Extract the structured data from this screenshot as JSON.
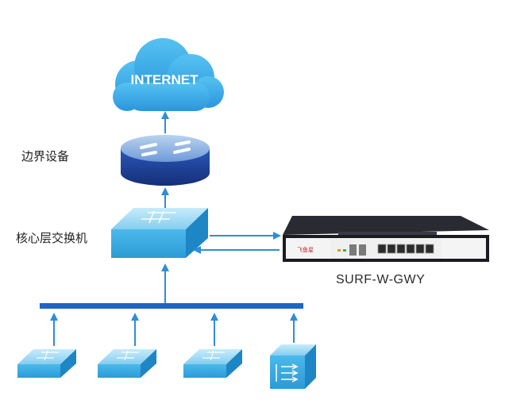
{
  "cloud": {
    "label": "INTERNET"
  },
  "edge_device": {
    "label": "边界设备"
  },
  "core_switch": {
    "label": "核心层交换机"
  },
  "gateway": {
    "model": "SURF-W-GWY",
    "brand": "飞鱼星"
  },
  "colors": {
    "cloud": "#37a8e6",
    "arrow": "#2e8ed6",
    "bus": "#1f64c8",
    "switch_top": "#9fd8f3",
    "switch_front": "#39aee3",
    "router_top": "#8fb6e6",
    "router_body": "#1d3f9a",
    "gateway_body": "#1e1e26",
    "gateway_face": "#f2f2f2"
  },
  "icons": [
    "cloud-icon",
    "router-icon",
    "switch-icon",
    "gateway-appliance-icon",
    "firewall-icon"
  ]
}
